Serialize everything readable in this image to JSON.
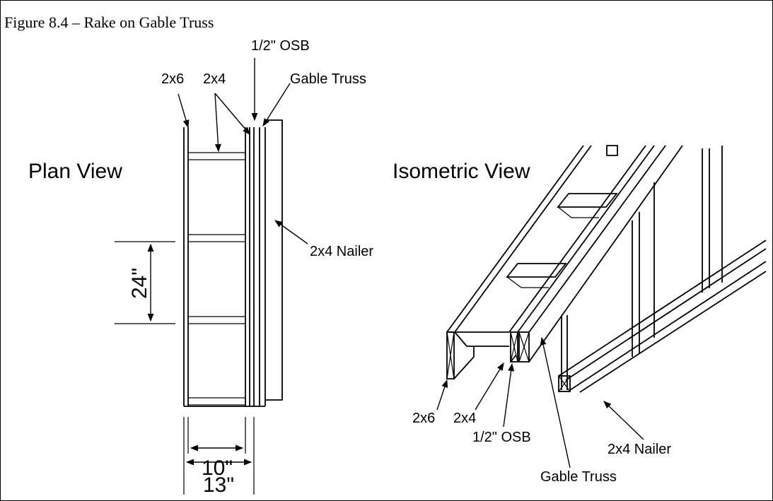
{
  "figure": {
    "caption": "Figure 8.4 – Rake on Gable Truss"
  },
  "plan_view": {
    "title": "Plan View",
    "labels": {
      "osb": "1/2\" OSB",
      "member_2x6": "2x6",
      "member_2x4": "2x4",
      "gable_truss": "Gable Truss",
      "nailer": "2x4 Nailer"
    },
    "dimensions": {
      "spacing": "24\"",
      "inner_width": "10\"",
      "outer_width": "13\""
    }
  },
  "isometric_view": {
    "title": "Isometric View",
    "labels": {
      "member_2x6": "2x6",
      "member_2x4": "2x4",
      "osb": "1/2\" OSB",
      "gable_truss": "Gable Truss",
      "nailer": "2x4 Nailer"
    }
  },
  "colors": {
    "line": "#000000",
    "background": "#ffffff"
  }
}
